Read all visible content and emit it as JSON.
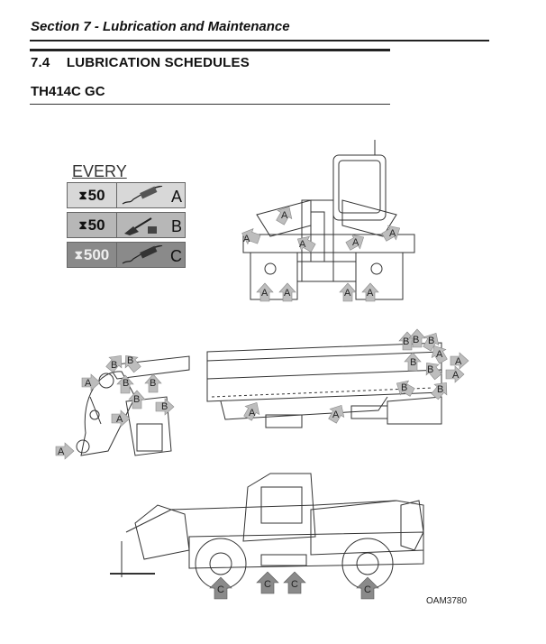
{
  "header": {
    "section_title": "Section 7 - Lubrication and Maintenance",
    "heading_number": "7.4",
    "heading_title": "LUBRICATION SCHEDULES",
    "model": "TH414C GC"
  },
  "legend": {
    "title": "EVERY",
    "rows": [
      {
        "hours": "50",
        "code": "A",
        "icon": "grease-gun-icon"
      },
      {
        "hours": "50",
        "code": "B",
        "icon": "brush-grease-icon"
      },
      {
        "hours": "500",
        "code": "C",
        "icon": "grease-gun-icon"
      }
    ],
    "colors": {
      "A": "#d8d8d8",
      "B": "#b7b7b7",
      "C": "#8a8a8a"
    }
  },
  "arrow_labels": {
    "A": "A",
    "B": "B",
    "C": "C"
  },
  "figure_code": "OAM3780"
}
